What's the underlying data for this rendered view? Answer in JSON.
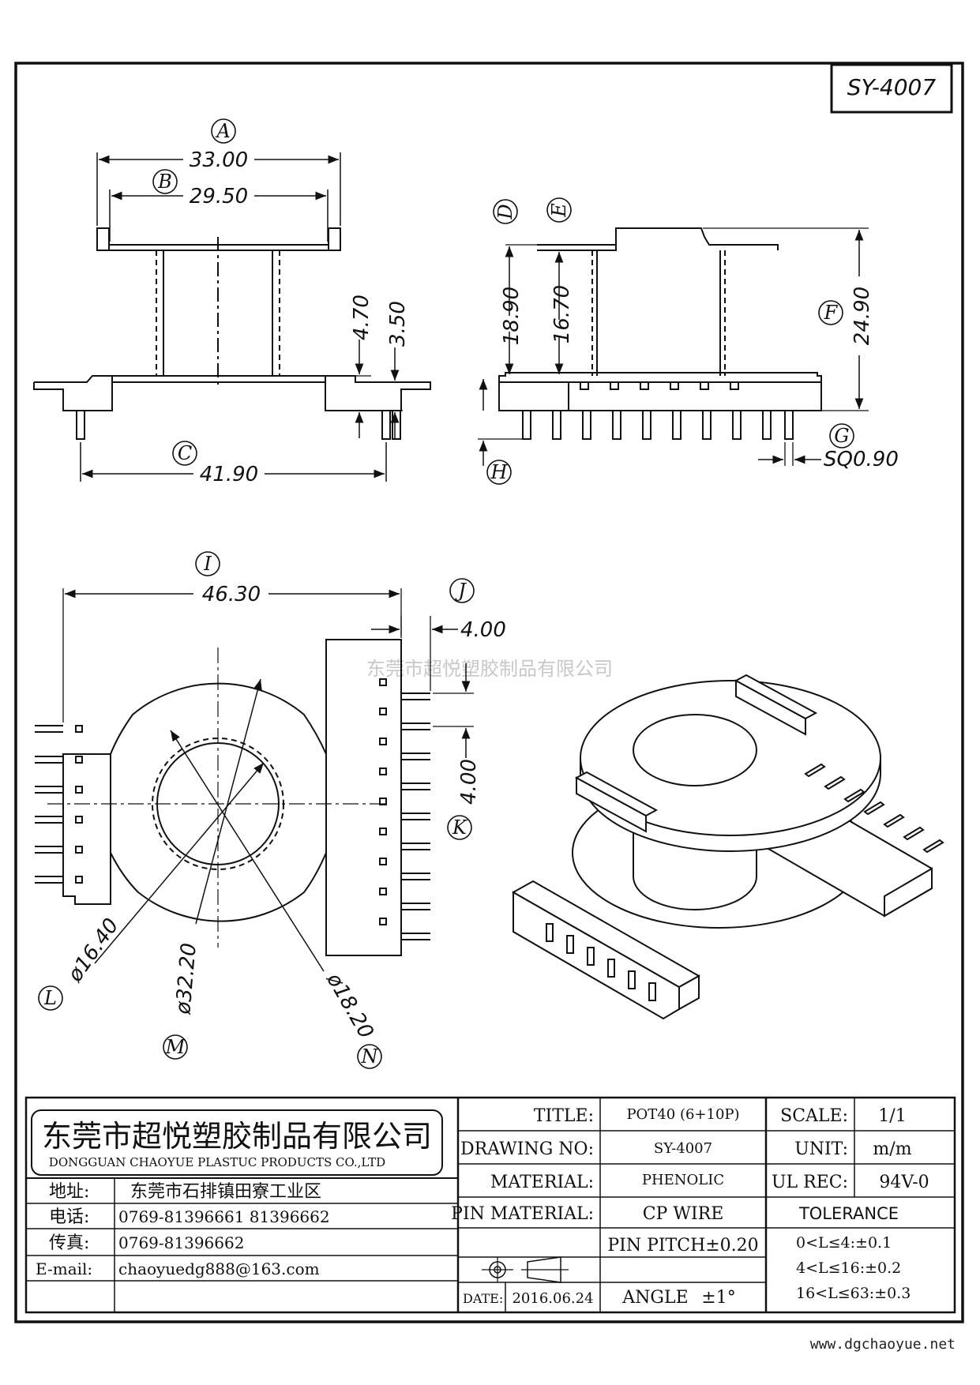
{
  "part_number": "SY-4007",
  "dimensions": {
    "A": {
      "label": "A",
      "value": "33.00"
    },
    "B": {
      "label": "B",
      "value": "29.50"
    },
    "C": {
      "label": "C",
      "value": "41.90"
    },
    "D": {
      "label": "D",
      "value": "18.90"
    },
    "E": {
      "label": "E",
      "value": "16.70"
    },
    "F": {
      "label": "F",
      "value": "24.90"
    },
    "G": {
      "label": "G",
      "value": "SQ0.90"
    },
    "H": {
      "label": "H"
    },
    "I": {
      "label": "I",
      "value": "46.30"
    },
    "J": {
      "label": "J",
      "value": "4.00"
    },
    "K": {
      "label": "K",
      "value": "4.00"
    },
    "L": {
      "label": "L",
      "value": "ø16.40"
    },
    "M": {
      "label": "M",
      "value": "ø32.20"
    },
    "N": {
      "label": "N",
      "value": "ø18.20"
    },
    "h470": {
      "value": "4.70"
    },
    "h350": {
      "value": "3.50"
    }
  },
  "watermark": "东莞市超悦塑胶制品有限公司",
  "title_block": {
    "company_cn": "东莞市超悦塑胶制品有限公司",
    "company_en": "DONGGUAN CHAOYUE PLASTUC PRODUCTS CO.,LTD",
    "address_label": "地址:",
    "address": "东莞市石排镇田寮工业区",
    "phone_label": "电话:",
    "phone": "0769-81396661  81396662",
    "fax_label": "传真:",
    "fax": "0769-81396662",
    "email_label": "E-mail:",
    "email": "chaoyuedg888@163.com",
    "title_label": "TITLE:",
    "title": "POT40 (6+10P)",
    "drawing_no_label": "DRAWING NO:",
    "drawing_no": "SY-4007",
    "material_label": "MATERIAL:",
    "material": "PHENOLIC",
    "pin_material_label": "PIN MATERIAL:",
    "pin_material": "CP WIRE",
    "pin_pitch": "PIN PITCH±0.20",
    "date_label": "DATE:",
    "date": "2016.06.24",
    "angle_label": "ANGLE",
    "angle": "±1°",
    "scale_label": "SCALE:",
    "scale": "1/1",
    "unit_label": "UNIT:",
    "unit": "m/m",
    "ul_label": "UL REC:",
    "ul": "94V-0",
    "tolerance_label": "TOLERANCE",
    "tolerances": [
      "0<L≤4:±0.1",
      "4<L≤16:±0.2",
      "16<L≤63:±0.3"
    ]
  },
  "website": "www.dgchaoyue.net"
}
